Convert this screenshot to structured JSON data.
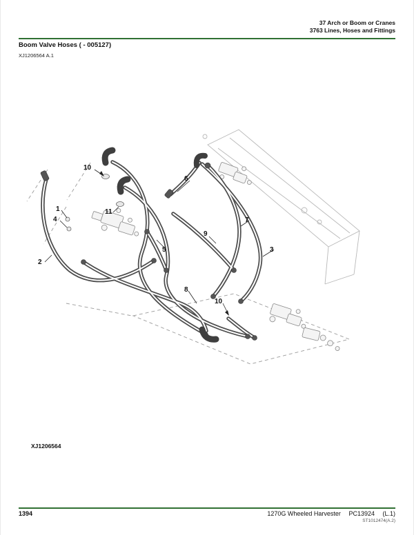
{
  "header": {
    "section_line1": "37 Arch or Boom or Cranes",
    "section_line2": "3763 Lines, Hoses and Fittings"
  },
  "title": "Boom Valve Hoses ( - 005127)",
  "revision": "XJ1206564 A.1",
  "figure": {
    "id_label": "XJ1206564"
  },
  "callouts": [
    {
      "label": "10"
    },
    {
      "label": "1"
    },
    {
      "label": "4"
    },
    {
      "label": "11"
    },
    {
      "label": "6"
    },
    {
      "label": "2"
    },
    {
      "label": "5"
    },
    {
      "label": "9"
    },
    {
      "label": "7"
    },
    {
      "label": "3"
    },
    {
      "label": "8"
    },
    {
      "label": "10"
    }
  ],
  "footer": {
    "page_number": "1394",
    "model": "1270G Wheeled Harvester",
    "catalog": "PC13924",
    "lang_code": "(L.1)",
    "doc_ref": "ST1012474(A.2)"
  },
  "colors": {
    "rule_green": "#2f7032"
  }
}
